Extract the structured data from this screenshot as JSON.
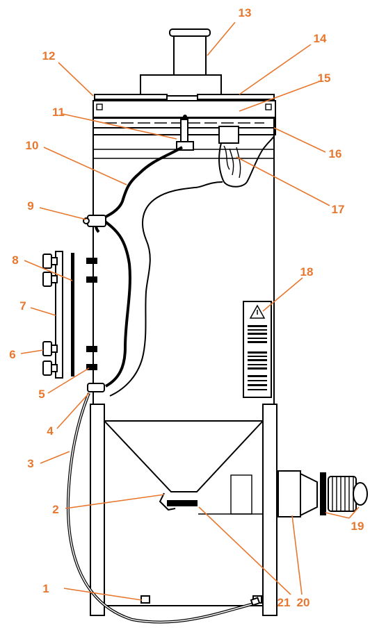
{
  "diagram": {
    "callouts": [
      "1",
      "2",
      "3",
      "4",
      "5",
      "6",
      "7",
      "8",
      "9",
      "10",
      "11",
      "12",
      "13",
      "14",
      "15",
      "16",
      "17",
      "18",
      "19",
      "20",
      "21"
    ],
    "accent_color": "#e8772e",
    "line_color": "#000000"
  }
}
